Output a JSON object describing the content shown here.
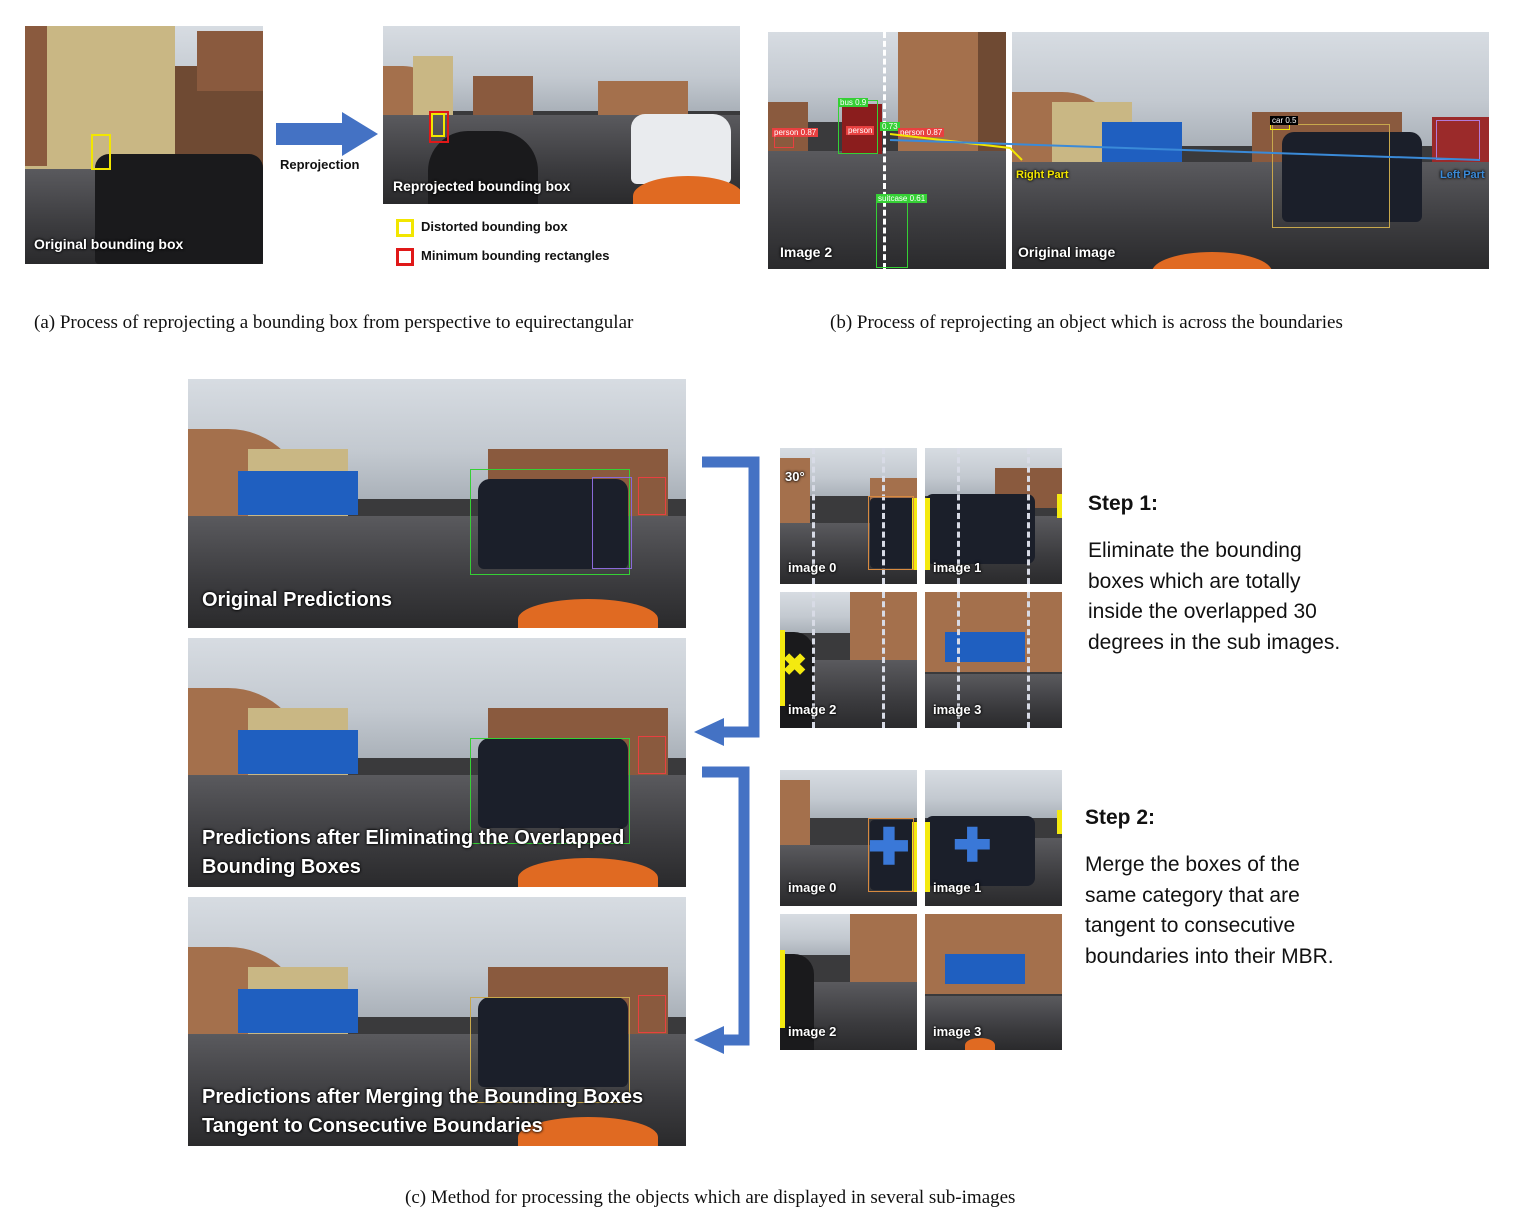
{
  "panel_a": {
    "original_label": "Original bounding box",
    "arrow_label": "Reprojection",
    "reprojected_label": "Reprojected bounding box",
    "legend": [
      {
        "label": "Distorted bounding box",
        "color": "#f2e600"
      },
      {
        "label": "Minimum bounding rectangles",
        "color": "#e01818"
      }
    ],
    "caption": "(a) Process of reprojecting a bounding box from perspective to equirectangular"
  },
  "panel_b": {
    "image2_label": "Image 2",
    "original_label": "Original image",
    "right_part_label": "Right Part",
    "left_part_label": "Left Part",
    "detections": [
      "bus 0.9",
      "person 0.87",
      "person",
      "0.73",
      "person 0.87",
      "suitcase 0.61",
      "car 0.5"
    ],
    "caption": "(b) Process of reprojecting an object which is across the boundaries"
  },
  "panel_c": {
    "stage_labels": [
      "Original Predictions",
      "Predictions after Eliminating the Overlapped Bounding Boxes",
      "Predictions after Merging the Bounding Boxes Tangent to Consecutive Boundaries"
    ],
    "angle_label": "30°",
    "sub_images_step1": [
      "image 0",
      "image 1",
      "image 2",
      "image 3"
    ],
    "sub_images_step2": [
      "image 0",
      "image 1",
      "image 2",
      "image 3"
    ],
    "step1": {
      "title": "Step 1:",
      "text": "Eliminate the bounding boxes which are totally inside the overlapped 30 degrees in the sub images."
    },
    "step2": {
      "title": "Step 2:",
      "text": "Merge the boxes of the same category that are tangent to consecutive boundaries into their MBR."
    },
    "arrow_color": "#4472c4",
    "caption": "(c) Method for processing the objects which are displayed in several sub-images"
  }
}
